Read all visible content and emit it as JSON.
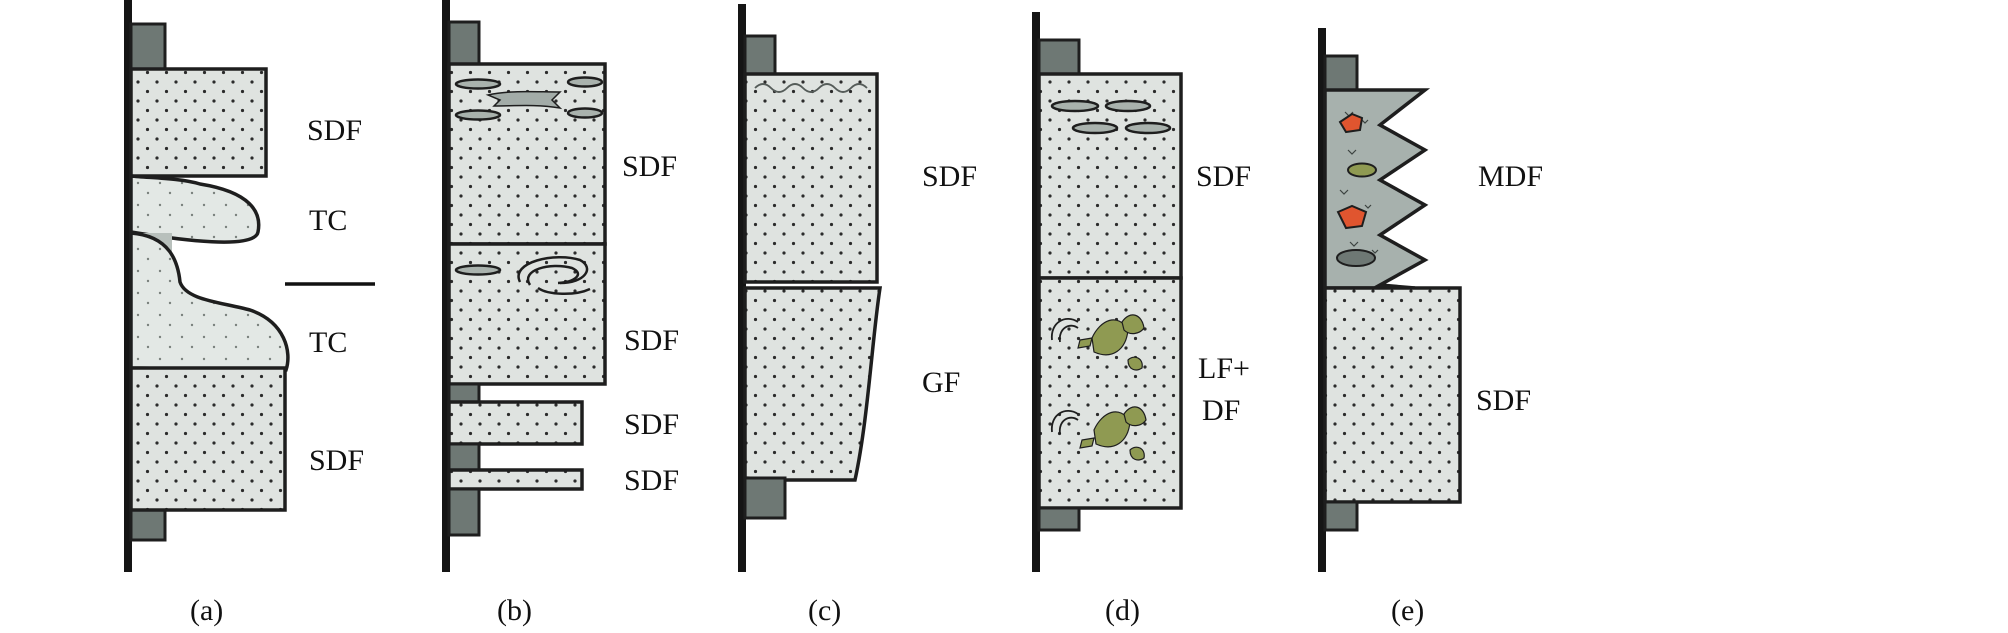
{
  "colors": {
    "sand_fill": "#dfe3e0",
    "mud_fill": "#6e7874",
    "outline": "#1e1e1e",
    "plant_clast": "#8f9a52",
    "red_clast": "#e0552f"
  },
  "columns": [
    {
      "caption": "(a)",
      "labels": [
        "SDF",
        "TC",
        "TC",
        "SDF"
      ]
    },
    {
      "caption": "(b)",
      "labels": [
        "SDF",
        "SDF",
        "SDF",
        "SDF"
      ]
    },
    {
      "caption": "(c)",
      "labels": [
        "SDF",
        "GF"
      ]
    },
    {
      "caption": "(d)",
      "labels": [
        "SDF",
        "LF+",
        "DF"
      ]
    },
    {
      "caption": "(e)",
      "labels": [
        "MDF",
        "SDF"
      ]
    }
  ]
}
